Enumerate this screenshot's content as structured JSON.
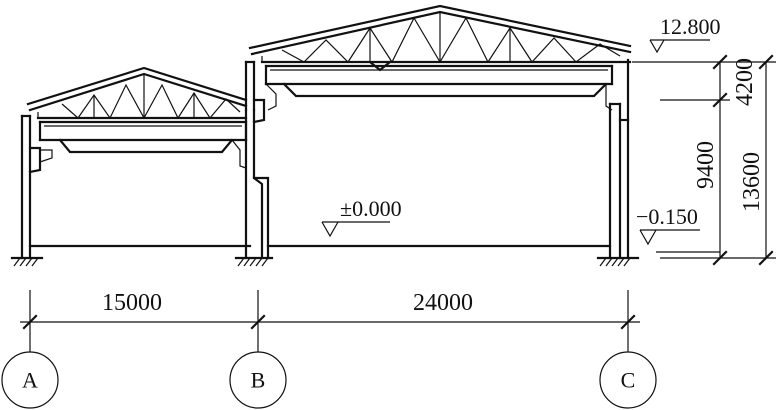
{
  "levels": {
    "top": "12.800",
    "floor": "±0.000",
    "ground": "−0.150"
  },
  "spans": {
    "left": "15000",
    "right": "24000"
  },
  "vertical_dims": {
    "roof_height": "4200",
    "column_height": "9400",
    "total_height": "13600"
  },
  "axes": [
    "A",
    "B",
    "C"
  ]
}
